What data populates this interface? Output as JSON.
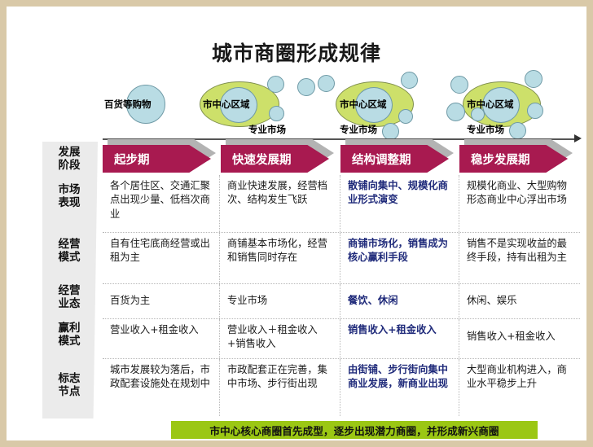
{
  "slide": {
    "title": "城市商圈形成规律",
    "background_color": "#ffffff",
    "frame_color": "#d9c9a8"
  },
  "diagram": {
    "colors": {
      "ellipse_fill": "#cde06a",
      "circle_fill": "#b9dce4",
      "accent_magenta": "#a81a50",
      "accent_green": "#9bc714",
      "highlight_blue": "#1f2a7a"
    },
    "clusters": [
      {
        "id": "stage-1",
        "core_label": "",
        "sub_label": "百货等购物",
        "satellites": 0
      },
      {
        "id": "stage-2",
        "core_label": "市中心区域",
        "sub_label": "专业市场",
        "satellites": 3
      },
      {
        "id": "stage-3",
        "core_label": "市中心区域",
        "sub_label": "专业市场",
        "satellites": 4
      },
      {
        "id": "stage-4",
        "core_label": "市中心区域",
        "sub_label": "专业市场",
        "satellites": 6
      }
    ]
  },
  "phases": [
    {
      "label": "起步期"
    },
    {
      "label": "快速发展期"
    },
    {
      "label": "结构调整期"
    },
    {
      "label": "稳步发展期"
    }
  ],
  "row_labels": [
    {
      "line1": "发展",
      "line2": "阶段"
    },
    {
      "line1": "市场",
      "line2": "表现"
    },
    {
      "line1": "经营",
      "line2": "模式"
    },
    {
      "line1": "经营",
      "line2": "业态"
    },
    {
      "line1": "赢利",
      "line2": "模式"
    },
    {
      "line1": "标志",
      "line2": "节点"
    }
  ],
  "table": {
    "rows": [
      {
        "name": "市场表现",
        "cells": [
          {
            "text": "各个居住区、交通汇聚点出现少量、低档次商业",
            "highlight": false
          },
          {
            "text": "商业快速发展，经营档次、结构发生飞跃",
            "highlight": false
          },
          {
            "text": "散铺向集中、规模化商业形式演变",
            "highlight": true
          },
          {
            "text": "规模化商业、大型购物形态商业中心浮出市场",
            "highlight": false
          }
        ]
      },
      {
        "name": "经营模式",
        "cells": [
          {
            "text": "自有住宅底商经营或出租为主",
            "highlight": false
          },
          {
            "text": "商铺基本市场化，经营和销售同时存在",
            "highlight": false
          },
          {
            "text": "商铺市场化，销售成为核心赢利手段",
            "highlight": true
          },
          {
            "text": "销售不是实现收益的最终手段，持有出租为主",
            "highlight": false
          }
        ]
      },
      {
        "name": "经营业态",
        "cells": [
          {
            "text": "百货为主",
            "highlight": false
          },
          {
            "text": "专业市场",
            "highlight": false
          },
          {
            "text": "餐饮、休闲",
            "highlight": true
          },
          {
            "text": "休闲、娱乐",
            "highlight": false
          }
        ]
      },
      {
        "name": "赢利模式",
        "cells": [
          {
            "text": "营业收入+租金收入",
            "highlight": false
          },
          {
            "text": "营业收入＋租金收入+销售收入",
            "highlight": false
          },
          {
            "text": "销售收入+租金收入",
            "highlight": true
          },
          {
            "text": "销售收入+租金收入",
            "highlight": false
          }
        ]
      },
      {
        "name": "标志节点",
        "cells": [
          {
            "text": "城市发展较为落后，市政配套设施处在规划中",
            "highlight": false
          },
          {
            "text": "市政配套正在完善，集中市场、步行街出现",
            "highlight": false
          },
          {
            "text": "由街铺、步行街向集中商业发展，新商业出现",
            "highlight": true
          },
          {
            "text": "大型商业机构进入，商业水平稳步上升",
            "highlight": false
          }
        ]
      }
    ]
  },
  "banner": {
    "text": "市中心核心商圈首先成型，逐步出现潜力商圈，并形成新兴商圈"
  }
}
